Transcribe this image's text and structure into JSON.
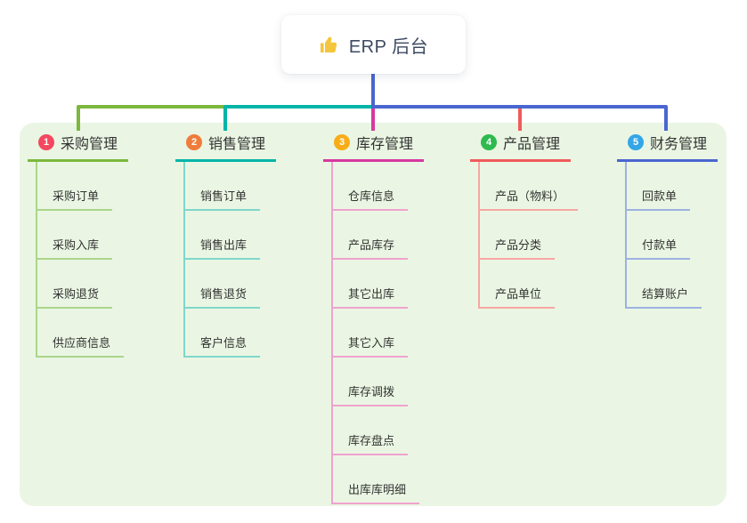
{
  "canvas": {
    "background_color": "#ffffff",
    "panel_color": "#eaf6e3"
  },
  "root": {
    "label": "ERP 后台",
    "icon": "thumbs-up-icon",
    "icon_color": "#f4c63d"
  },
  "branches": [
    {
      "index": "1",
      "label": "采购管理",
      "badge_color": "#f3485f",
      "color": "#7cb83e",
      "light_color": "#abd58b",
      "children": [
        "采购订单",
        "采购入库",
        "采购退货",
        "供应商信息"
      ]
    },
    {
      "index": "2",
      "label": "销售管理",
      "badge_color": "#f07c3c",
      "color": "#00b5a8",
      "light_color": "#7fd7cb",
      "children": [
        "销售订单",
        "销售出库",
        "销售退货",
        "客户信息"
      ]
    },
    {
      "index": "3",
      "label": "库存管理",
      "badge_color": "#f8ad18",
      "color": "#d6399f",
      "light_color": "#f0a2ce",
      "children": [
        "仓库信息",
        "产品库存",
        "其它出库",
        "其它入库",
        "库存调拨",
        "库存盘点",
        "出库库明细"
      ]
    },
    {
      "index": "4",
      "label": "产品管理",
      "badge_color": "#2fba50",
      "color": "#f15b5b",
      "light_color": "#f7a7a4",
      "children": [
        "产品（物料）",
        "产品分类",
        "产品单位"
      ]
    },
    {
      "index": "5",
      "label": "财务管理",
      "badge_color": "#33a6e7",
      "color": "#4a66d0",
      "light_color": "#9db1e2",
      "children": [
        "回款单",
        "付款单",
        "结算账户"
      ]
    }
  ]
}
